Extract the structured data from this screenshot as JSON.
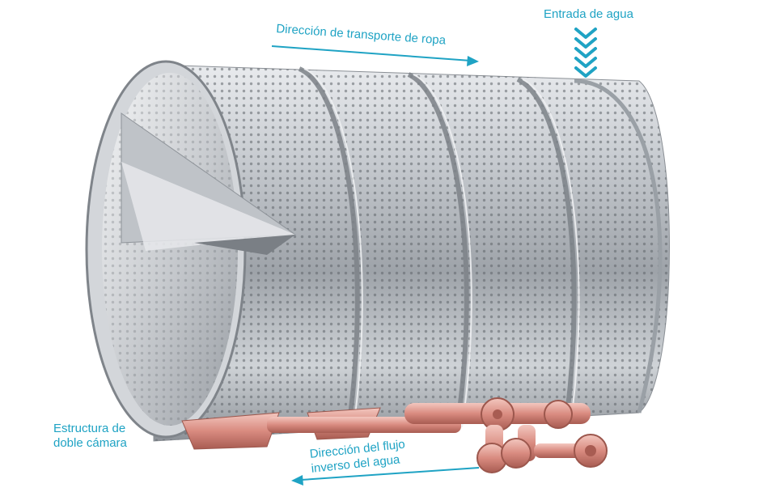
{
  "labels": {
    "water_inlet": "Entrada de agua",
    "transport_direction": "Dirección de transporte de ropa",
    "double_chamber_line1": "Estructura de",
    "double_chamber_line2": "doble cámara",
    "reverse_flow_line1": "Dirección del flujo",
    "reverse_flow_line2": "inverso del agua"
  },
  "colors": {
    "accent": "#1fa3c4",
    "steel_light": "#f2f3f5",
    "steel_mid": "#b9bdc2",
    "steel_dark": "#6f747a",
    "copper": "#d98b80"
  },
  "icons": {
    "water_inlet": "chevrons-down-icon",
    "transport_arrow": "arrow-right-icon",
    "reverse_arrow": "arrow-left-icon"
  }
}
